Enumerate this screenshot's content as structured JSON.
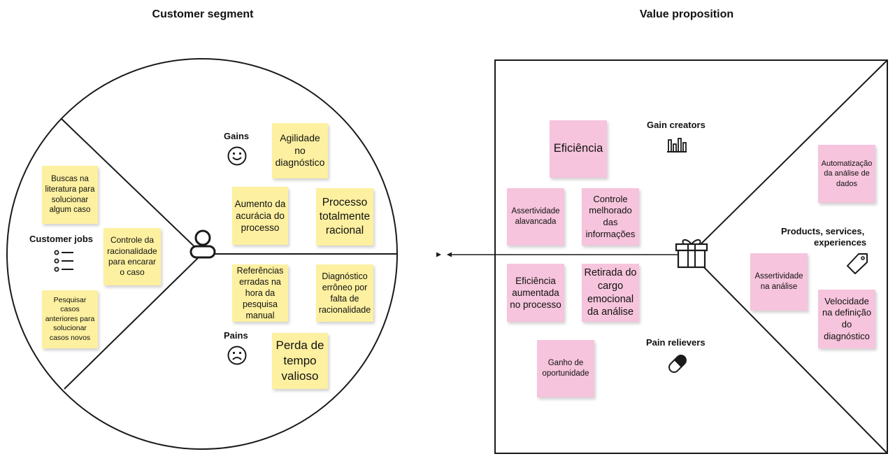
{
  "customer_segment": {
    "title": "Customer segment",
    "gains_label": "Gains",
    "pains_label": "Pains",
    "jobs_label": "Customer jobs",
    "jobs": [
      "Buscas na literatura para solucionar algum caso",
      "Controle da racionalidade para encarar o caso",
      "Pesquisar casos anteriores para solucionar casos novos"
    ],
    "gains": [
      "Agilidade no diagnóstico",
      "Aumento da acurácia do processo",
      "Processo totalmente racional"
    ],
    "pains": [
      "Referências erradas na hora da pesquisa manual",
      "Diagnóstico errôneo por falta de racionalidade",
      "Perda de tempo valioso"
    ]
  },
  "value_proposition": {
    "title": "Value proposition",
    "gain_creators_label": "Gain creators",
    "pain_relievers_label": "Pain relievers",
    "products_label_line1": "Products, services,",
    "products_label_line2": "experiences",
    "gain_creators": [
      "Eficiência",
      "Assertividade alavancada",
      "Controle melhorado das informações"
    ],
    "pain_relievers": [
      "Eficiência aumentada no processo",
      "Retirada do cargo emocional da análise",
      "Ganho de oportunidade"
    ],
    "products": [
      "Automatização da análise de dados",
      "Assertividade na análise",
      "Velocidade na definição do diagnóstico"
    ]
  },
  "colors": {
    "sticky_yellow": "#fdf0a0",
    "sticky_pink": "#f6c4dc",
    "stroke": "#1a1a1a"
  },
  "icons": [
    "user-icon",
    "smile-icon",
    "frown-icon",
    "list-icon",
    "chart-icon",
    "gift-icon",
    "pill-icon",
    "tag-icon",
    "arrow-icon"
  ]
}
